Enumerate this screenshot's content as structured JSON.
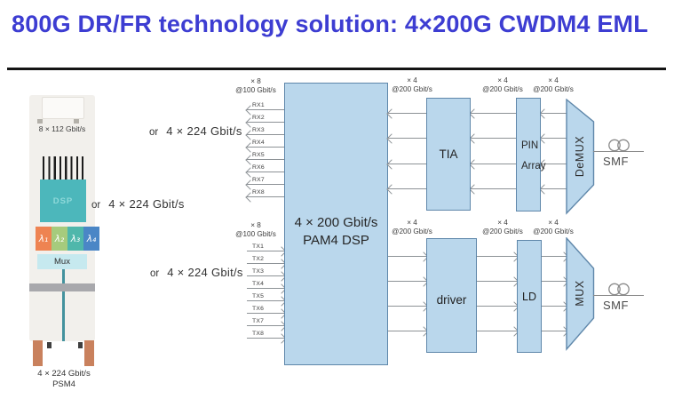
{
  "title": "800G DR/FR technology solution: 4×200G CWDM4 EML",
  "module": {
    "top_label": "8 × 112 Gbit/s",
    "dsp": "DSP",
    "lambdas": [
      "λ₁",
      "λ₂",
      "λ₃",
      "λ₄"
    ],
    "mux": "Mux",
    "caption1": "4 × 224 Gbit/s",
    "caption2": "PSM4"
  },
  "annotations": {
    "or": "or",
    "rate": "4 × 224 Gbit/s"
  },
  "diagram": {
    "x8": "× 8",
    "rate100": "@100 Gbit/s",
    "x4": "× 4",
    "rate200": "@200 Gbit/s",
    "rx_lanes": [
      "RX1",
      "RX2",
      "RX3",
      "RX4",
      "RX5",
      "RX6",
      "RX7",
      "RX8"
    ],
    "tx_lanes": [
      "TX1",
      "TX2",
      "TX3",
      "TX4",
      "TX5",
      "TX6",
      "TX7",
      "TX8"
    ],
    "dsp_line1": "4 × 200 Gbit/s",
    "dsp_line2": "PAM4 DSP",
    "tia": "TIA",
    "pin1": "PIN",
    "pin2": "Array",
    "demux": "DeMUX",
    "driver": "driver",
    "ld": "LD",
    "mux": "MUX",
    "smf": "SMF"
  },
  "colors": {
    "title_blue": "#3D3DD2",
    "block_fill": "#BAD7EC",
    "block_border": "#5F87AA",
    "arrow_gray": "#8D9296",
    "module_dsp_teal": "#4CB7BB",
    "module_mux_cyan": "#C6E9EF",
    "lambda_1": "#EE8352",
    "lambda_2": "#A6CB7D",
    "lambda_3": "#4FB7AB",
    "lambda_4": "#4A86C6",
    "pad_copper": "#C9815D"
  }
}
